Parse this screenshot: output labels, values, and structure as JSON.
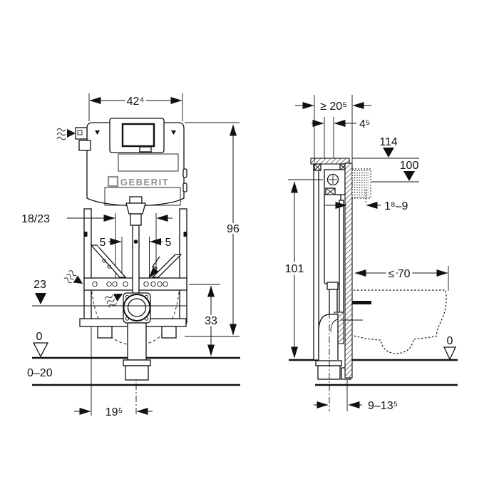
{
  "brand": "GEBERIT",
  "front_view": {
    "frame_width": "42⁴",
    "frame_height": "96",
    "supply_connection": "18/23",
    "offset_left": "5",
    "offset_right": "5",
    "outlet_height": "23",
    "rail_height": "33",
    "floor_level": "0",
    "floor_buildup_range": "0–20",
    "outlet_offset": "19⁵"
  },
  "side_view": {
    "min_installation_depth": "≥ 20⁵",
    "profile_depth": "4⁵",
    "top_level": "114",
    "actuator_level": "100",
    "wall_finish_thickness": "1⁸–9",
    "element_height": "101",
    "bowl_max_depth": "≤ 70",
    "floor_level": "0",
    "outlet_wall_distance": "9–13⁵"
  }
}
